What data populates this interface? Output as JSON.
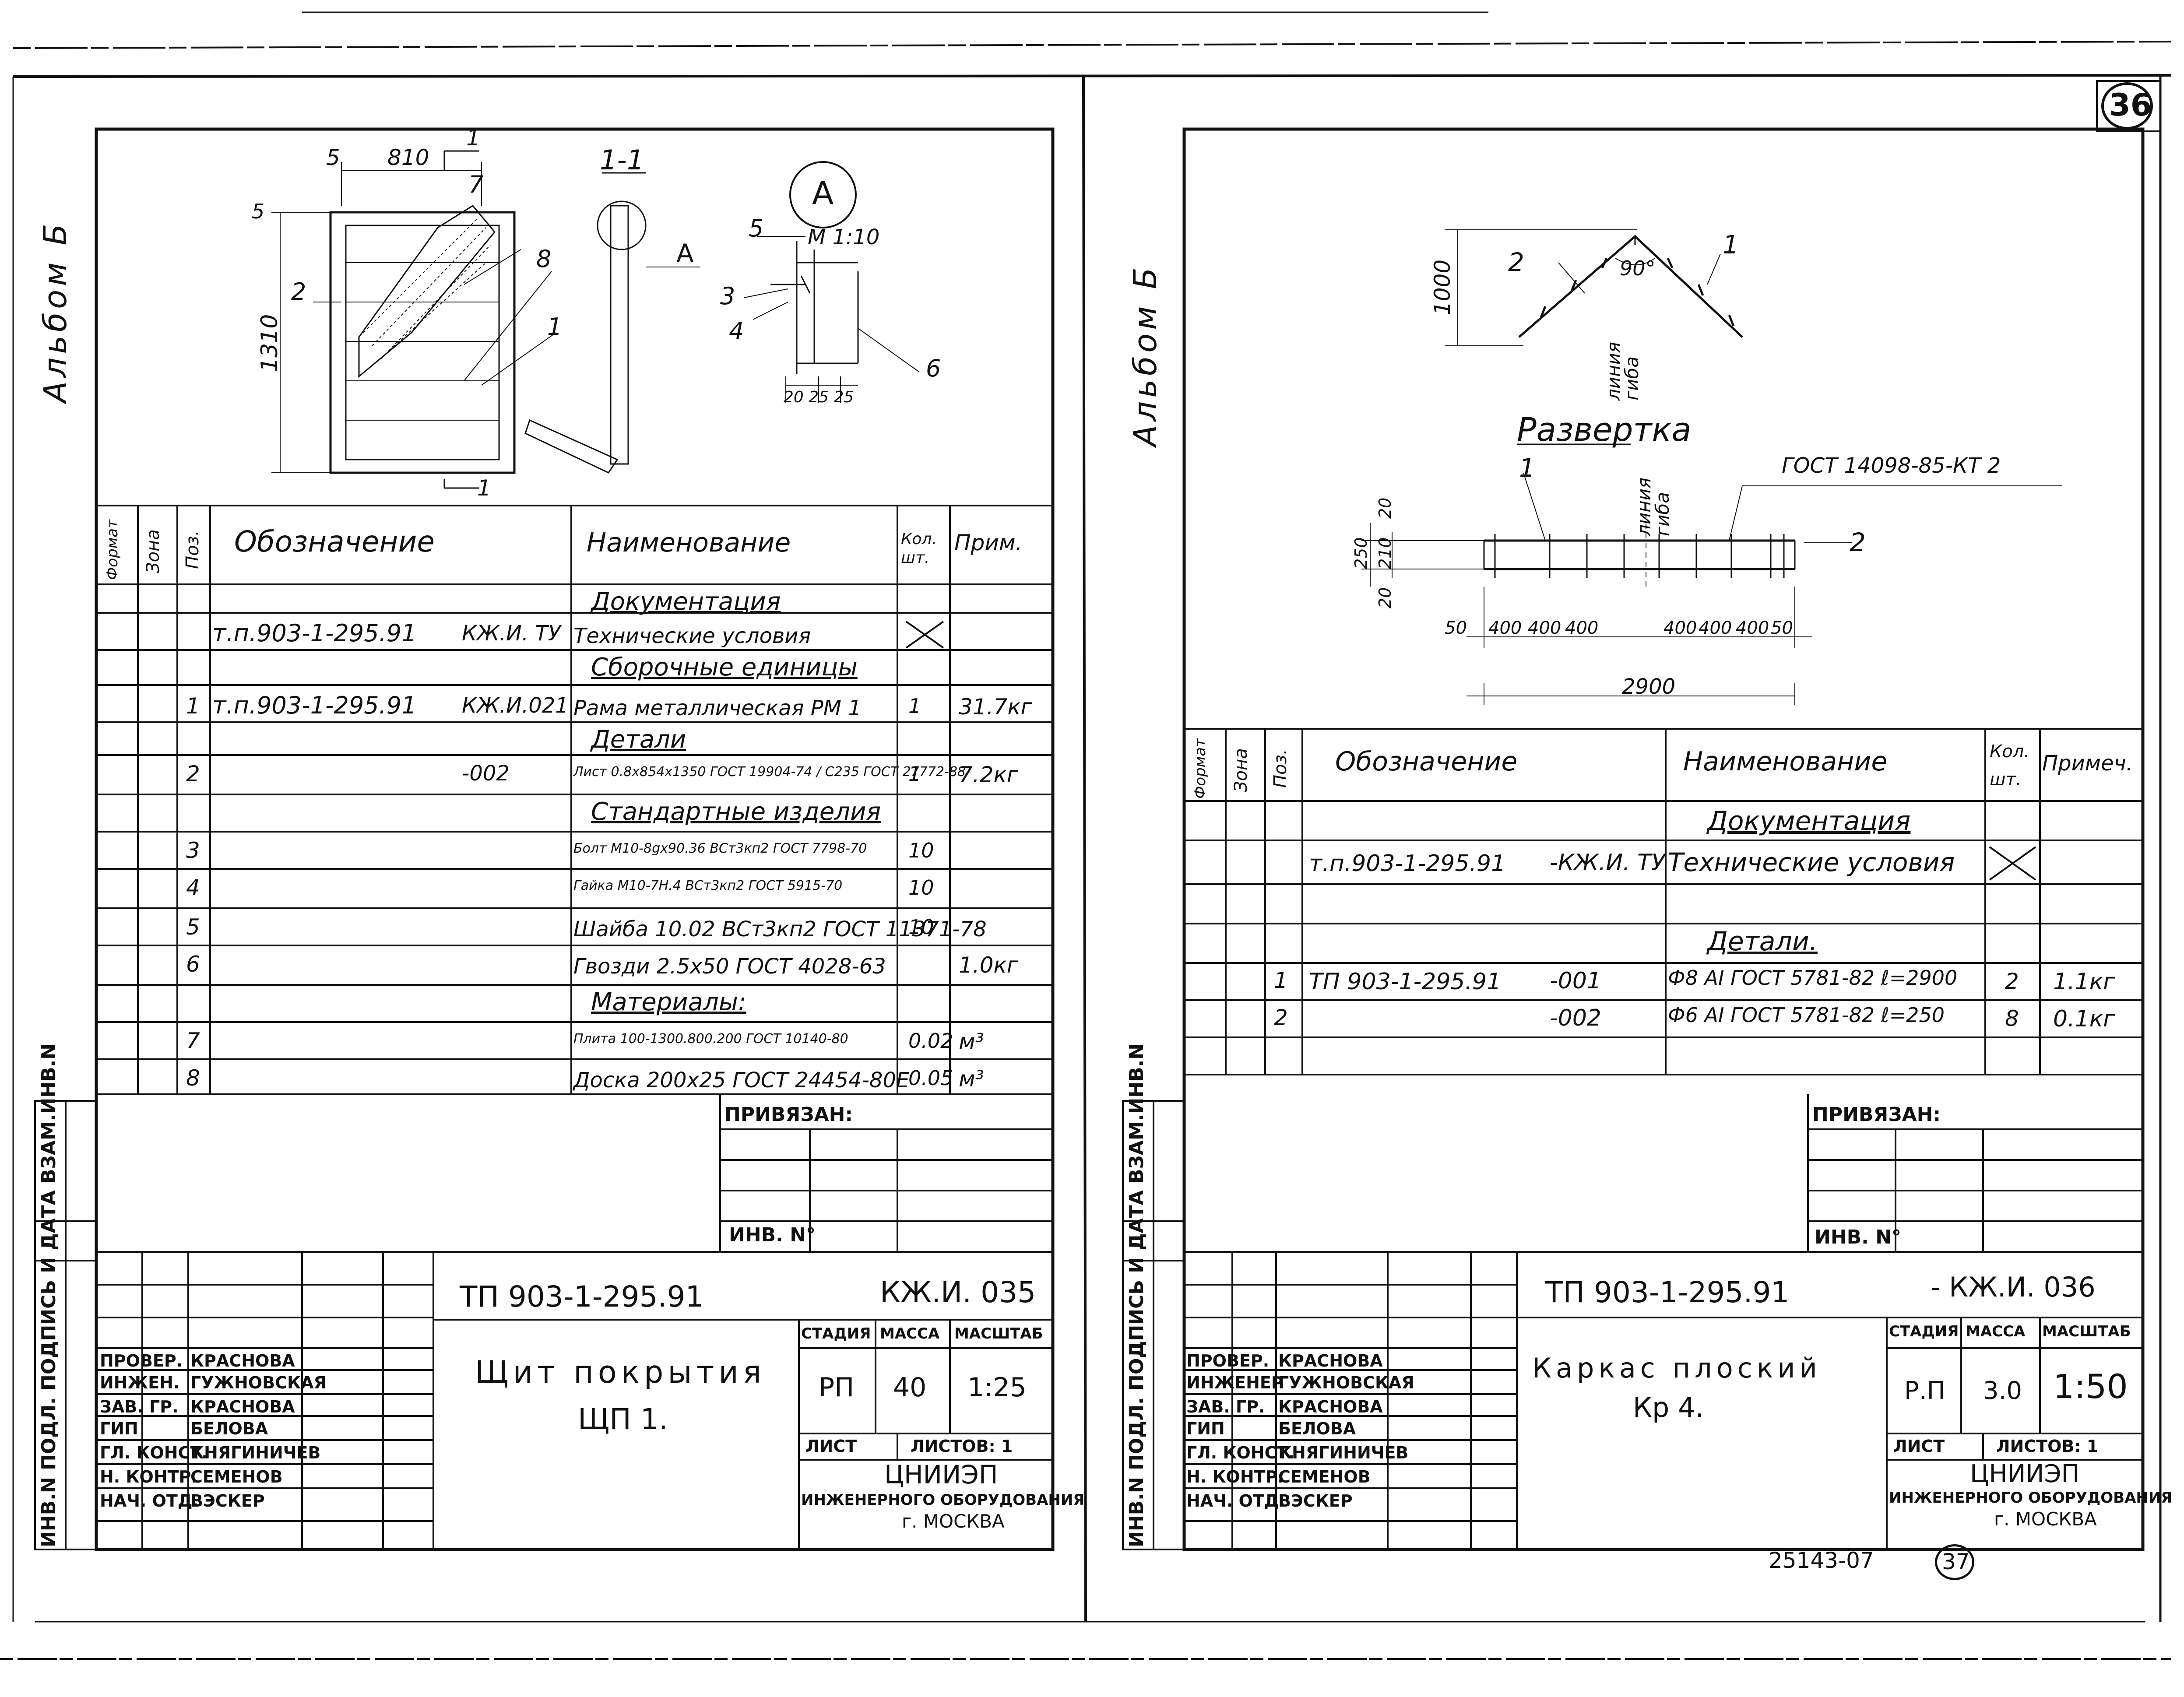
{
  "page_number": "36",
  "album_label": "Альбом Б",
  "vertical_stamp": "ИНВ.N ПОДЛ. ПОДПИСЬ И ДАТА ВЗАМ.ИНВ.N",
  "left": {
    "drawing": {
      "dim_top": "810",
      "dim_five": "5",
      "dim_five_side": "5",
      "dim_side": "1310",
      "section_mark": "1",
      "section_title": "1-1",
      "node_mark": "А",
      "node_scale": "М 1:10",
      "node_dims": "20 25 25",
      "callouts": [
        "1",
        "2",
        "7",
        "8",
        "3",
        "4",
        "5",
        "6"
      ]
    },
    "spec": {
      "headers": {
        "format": "Формат",
        "zone": "Зона",
        "pos": "Поз.",
        "designation": "Обозначение",
        "name": "Наименование",
        "qty": "Кол. шт.",
        "note": "Прим."
      },
      "rows": [
        {
          "pos": "",
          "des": "",
          "code": "",
          "name": "Документация",
          "qty": "",
          "note": "",
          "section": true
        },
        {
          "pos": "",
          "des": "т.п.903-1-295.91",
          "code": "КЖ.И. ТУ",
          "name": "Технические условия",
          "qty": "X",
          "note": ""
        },
        {
          "pos": "",
          "des": "",
          "code": "",
          "name": "Сборочные единицы",
          "qty": "",
          "note": "",
          "section": true
        },
        {
          "pos": "1",
          "des": "т.п.903-1-295.91",
          "code": "КЖ.И.021",
          "name": "Рама металлическая РМ 1",
          "qty": "1",
          "note": "31.7кг"
        },
        {
          "pos": "",
          "des": "",
          "code": "",
          "name": "Детали",
          "qty": "",
          "note": "",
          "section": true
        },
        {
          "pos": "2",
          "des": "",
          "code": "-002",
          "name": "Лист 0.8х854х1350 ГОСТ 19904-74 / С235 ГОСТ 27772-88",
          "qty": "1",
          "note": "7.2кг"
        },
        {
          "pos": "",
          "des": "",
          "code": "",
          "name": "Стандартные изделия",
          "qty": "",
          "note": "",
          "section": true
        },
        {
          "pos": "3",
          "des": "",
          "code": "",
          "name": "Болт М10-8gх90.36 ВСт3кп2 ГОСТ 7798-70",
          "qty": "10",
          "note": ""
        },
        {
          "pos": "4",
          "des": "",
          "code": "",
          "name": "Гайка М10-7Н.4 ВСт3кп2 ГОСТ 5915-70",
          "qty": "10",
          "note": ""
        },
        {
          "pos": "5",
          "des": "",
          "code": "",
          "name": "Шайба 10.02 ВСт3кп2 ГОСТ 11371-78",
          "qty": "10",
          "note": ""
        },
        {
          "pos": "6",
          "des": "",
          "code": "",
          "name": "Гвозди 2.5х50 ГОСТ 4028-63",
          "qty": "",
          "note": "1.0кг"
        },
        {
          "pos": "",
          "des": "",
          "code": "",
          "name": "Материалы:",
          "qty": "",
          "note": "",
          "section": true
        },
        {
          "pos": "7",
          "des": "",
          "code": "",
          "name": "Плита 100-1300.800.200 ГОСТ 10140-80",
          "qty": "0.02",
          "note": "м³"
        },
        {
          "pos": "8",
          "des": "",
          "code": "",
          "name": "Доска 200х25 ГОСТ 24454-80Е",
          "qty": "0.05",
          "note": "м³"
        }
      ]
    },
    "privyazan": "ПРИВЯЗАН:",
    "inv": "ИНВ. N°",
    "title_block": {
      "code": "ТП 903-1-295.91",
      "sheet_code": "КЖ.И. 035",
      "title": "Щит покрытия",
      "subtitle": "ЩП 1.",
      "stage_h": "СТАДИЯ",
      "mass_h": "МАССА",
      "scale_h": "МАСШТАБ",
      "stage": "РП",
      "mass": "40",
      "scale": "1:25",
      "sheet_h": "ЛИСТ",
      "sheets_h": "ЛИСТОВ: 1",
      "org": "ЦНИИЭП",
      "org2": "ИНЖЕНЕРНОГО ОБОРУДОВАНИЯ",
      "city": "г. МОСКВА",
      "people": [
        {
          "role": "ПРОВЕР.",
          "name": "КРАСНОВА"
        },
        {
          "role": "ИНЖЕН.",
          "name": "ГУЖНОВСКАЯ"
        },
        {
          "role": "ЗАВ. ГР.",
          "name": "КРАСНОВА"
        },
        {
          "role": "ГИП",
          "name": "БЕЛОВА"
        },
        {
          "role": "ГЛ. КОНСТ.",
          "name": "КНЯГИНИЧЕВ"
        },
        {
          "role": "Н. КОНТР.",
          "name": "СЕМЕНОВ"
        },
        {
          "role": "НАЧ. ОТД.",
          "name": "ВЭСКЕР"
        }
      ]
    }
  },
  "right": {
    "drawing": {
      "dim_height": "1000",
      "angle": "90°",
      "fold_line": "линия гиба",
      "callouts": [
        "1",
        "2"
      ],
      "unfold_title": "Развертка",
      "gost_note": "ГОСТ 14098-85-КТ 2",
      "dims_vertical": [
        "20",
        "210",
        "20",
        "250"
      ],
      "dims_bottom": [
        "50",
        "400",
        "400",
        "400",
        "400",
        "400",
        "400",
        "50"
      ],
      "total": "2900"
    },
    "spec": {
      "headers": {
        "format": "Формат",
        "zone": "Зона",
        "pos": "Поз.",
        "designation": "Обозначение",
        "name": "Наименование",
        "qty": "Кол. шт.",
        "note": "Примеч."
      },
      "rows": [
        {
          "pos": "",
          "des": "",
          "code": "",
          "name": "Документация",
          "qty": "",
          "note": "",
          "section": true
        },
        {
          "pos": "",
          "des": "т.п.903-1-295.91",
          "code": "-КЖ.И. ТУ",
          "name": "Технические условия",
          "qty": "X",
          "note": ""
        },
        {
          "pos": "",
          "des": "",
          "code": "",
          "name": "",
          "qty": "",
          "note": ""
        },
        {
          "pos": "",
          "des": "",
          "code": "",
          "name": "Детали.",
          "qty": "",
          "note": "",
          "section": true
        },
        {
          "pos": "1",
          "des": "ТП 903-1-295.91",
          "code": "-001",
          "name": "Ф8 АI ГОСТ 5781-82 ℓ=2900",
          "qty": "2",
          "note": "1.1кг"
        },
        {
          "pos": "2",
          "des": "",
          "code": "-002",
          "name": "Ф6 АI ГОСТ 5781-82 ℓ=250",
          "qty": "8",
          "note": "0.1кг"
        }
      ]
    },
    "privyazan": "ПРИВЯЗАН:",
    "inv": "ИНВ. N°",
    "title_block": {
      "code": "ТП 903-1-295.91",
      "sheet_code": "- КЖ.И. 036",
      "title": "Каркас плоский",
      "subtitle": "Кр 4.",
      "stage_h": "СТАДИЯ",
      "mass_h": "МАССА",
      "scale_h": "МАСШТАБ",
      "stage": "Р.П",
      "mass": "3.0",
      "scale": "1:50",
      "sheet_h": "ЛИСТ",
      "sheets_h": "ЛИСТОВ: 1",
      "org": "ЦНИИЭП",
      "org2": "ИНЖЕНЕРНОГО ОБОРУДОВАНИЯ",
      "city": "г. МОСКВА",
      "people": [
        {
          "role": "ПРОВЕР.",
          "name": "КРАСНОВА"
        },
        {
          "role": "ИНЖЕНЕР",
          "name": "ГУЖНОВСКАЯ"
        },
        {
          "role": "ЗАВ. ГР.",
          "name": "КРАСНОВА"
        },
        {
          "role": "ГИП",
          "name": "БЕЛОВА"
        },
        {
          "role": "ГЛ. КОНСТ.",
          "name": "КНЯГИНИЧЕВ"
        },
        {
          "role": "Н. КОНТР.",
          "name": "СЕМЕНОВ"
        },
        {
          "role": "НАЧ. ОТД.",
          "name": "ВЭСКЕР"
        }
      ]
    },
    "footer_number": "25143-07",
    "footer_circle": "37"
  }
}
